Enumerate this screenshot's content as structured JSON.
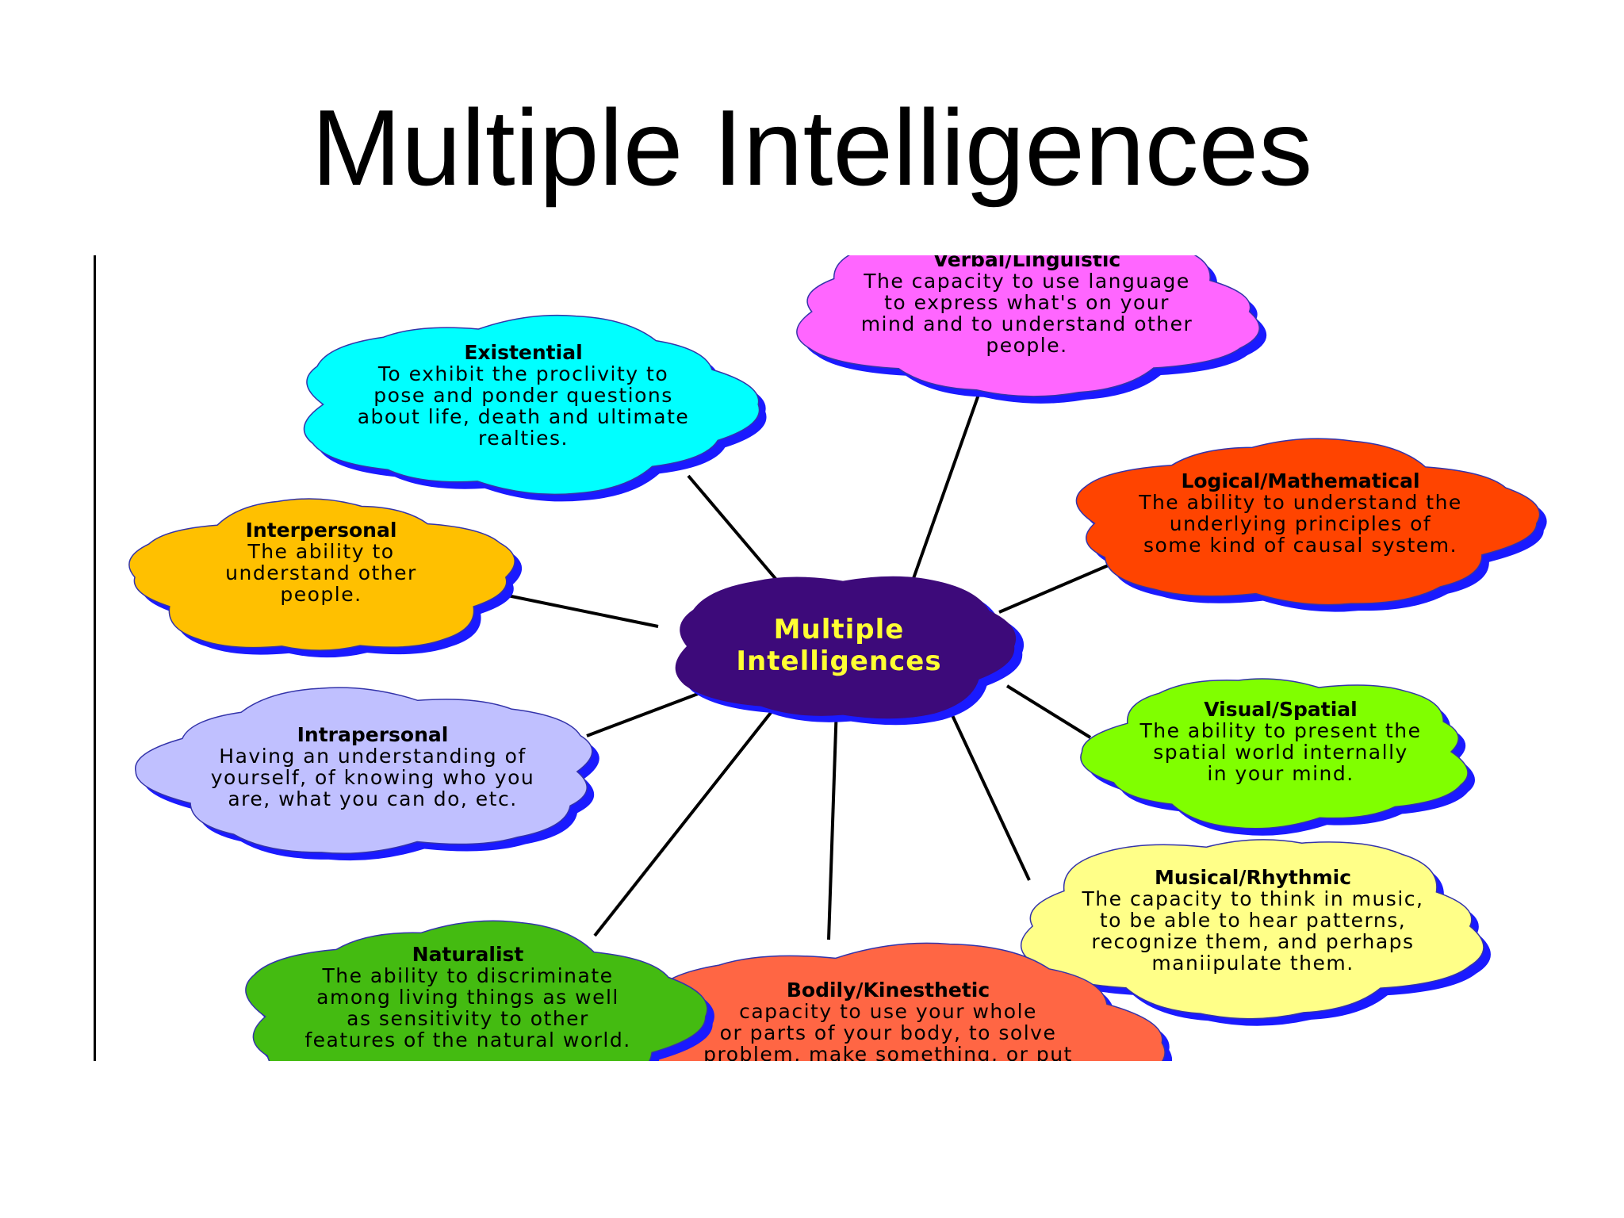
{
  "slide": {
    "title": "Multiple Intelligences"
  },
  "center": {
    "line1": "Multiple",
    "line2": "Intelligences"
  },
  "clouds": [
    {
      "key": "verbal",
      "title": "Verbal/Linguistic",
      "lines": [
        "The capacity to use language",
        "to express what's on your",
        "mind and to understand other",
        "people."
      ],
      "color": "#ff66ff"
    },
    {
      "key": "existential",
      "title": "Existential",
      "lines": [
        "To exhibit the proclivity to",
        "pose and ponder questions",
        "about life, death and ultimate",
        "realties."
      ],
      "color": "#00ffff"
    },
    {
      "key": "logical",
      "title": "Logical/Mathematical",
      "lines": [
        "The ability to understand the",
        "underlying principles of",
        "some kind of causal system."
      ],
      "color": "#ff4400"
    },
    {
      "key": "interpersonal",
      "title": "Interpersonal",
      "lines": [
        "The ability to",
        "understand other",
        "people."
      ],
      "color": "#ffc000"
    },
    {
      "key": "intrapersonal",
      "title": "Intrapersonal",
      "lines": [
        "Having an understanding of",
        "yourself, of knowing who you",
        "are, what you can do, etc."
      ],
      "color": "#c0c0ff"
    },
    {
      "key": "visual",
      "title": "Visual/Spatial",
      "lines": [
        "The ability to present the",
        "spatial world internally",
        "in your mind."
      ],
      "color": "#80ff00"
    },
    {
      "key": "musical",
      "title": "Musical/Rhythmic",
      "lines": [
        "The capacity to think in music,",
        "to be able to hear patterns,",
        "recognize them, and perhaps",
        "maniipulate them."
      ],
      "color": "#ffff88"
    },
    {
      "key": "bodily",
      "title": "Bodily/Kinesthetic",
      "lines": [
        "capacity to use your whole",
        "or parts of your body, to solve",
        "problem, make something, or put"
      ],
      "color": "#ff6644"
    },
    {
      "key": "naturalist",
      "title": "Naturalist",
      "lines": [
        "The ability to discriminate",
        "among living things as well",
        "as sensitivity to other",
        "features of the natural world."
      ],
      "color": "#44bb11"
    }
  ],
  "colors": {
    "shadow": "#1a1aff",
    "center_fill": "#3d0a7a",
    "center_text": "#ffff33",
    "connector": "#000000"
  }
}
